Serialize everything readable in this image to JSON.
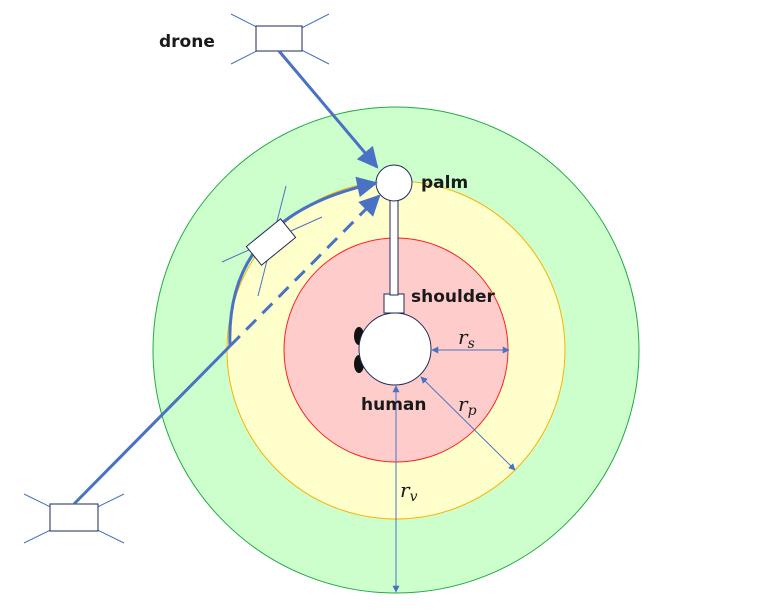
{
  "labels": {
    "drone": "drone",
    "palm": "palm",
    "shoulder": "shoulder",
    "human": "human"
  },
  "radii": {
    "rs": {
      "main": "r",
      "sub": "s"
    },
    "rp": {
      "main": "r",
      "sub": "p"
    },
    "rv": {
      "main": "r",
      "sub": "v"
    }
  },
  "colors": {
    "outer_zone_fill": "#ccffcc",
    "outer_zone_stroke": "#22aa44",
    "middle_zone_fill": "#ffffcc",
    "middle_zone_stroke": "#ffb000",
    "inner_zone_fill": "#ffcccc",
    "inner_zone_stroke": "#ff2020",
    "path": "#4a72c4",
    "dimension": "#4a72c4",
    "drone_arm": "#4a72c4"
  }
}
